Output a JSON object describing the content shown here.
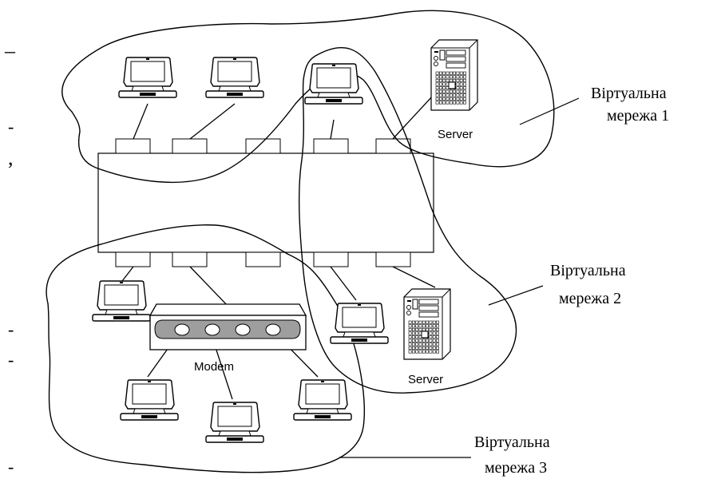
{
  "margin_marks": {
    "mark1": "–",
    "mark2": "-",
    "mark3": ",",
    "mark4": "-",
    "mark5": "-",
    "mark6": "-"
  },
  "server_label": "Server",
  "modem_label": "Modem",
  "vlans": [
    {
      "line1": "Віртуальна",
      "line2": "мережа 1"
    },
    {
      "line1": "Віртуальна",
      "line2": "мережа 2"
    },
    {
      "line1": "Віртуальна",
      "line2": "мережа 3"
    }
  ],
  "icons": {
    "computer": "laptop-computer-icon",
    "server": "tower-server-icon",
    "modem": "modem-icon",
    "switch": "switch-icon"
  },
  "colors": {
    "stroke": "#000000",
    "modem_panel": "#9e9e9e",
    "server_body": "#ffffff"
  }
}
